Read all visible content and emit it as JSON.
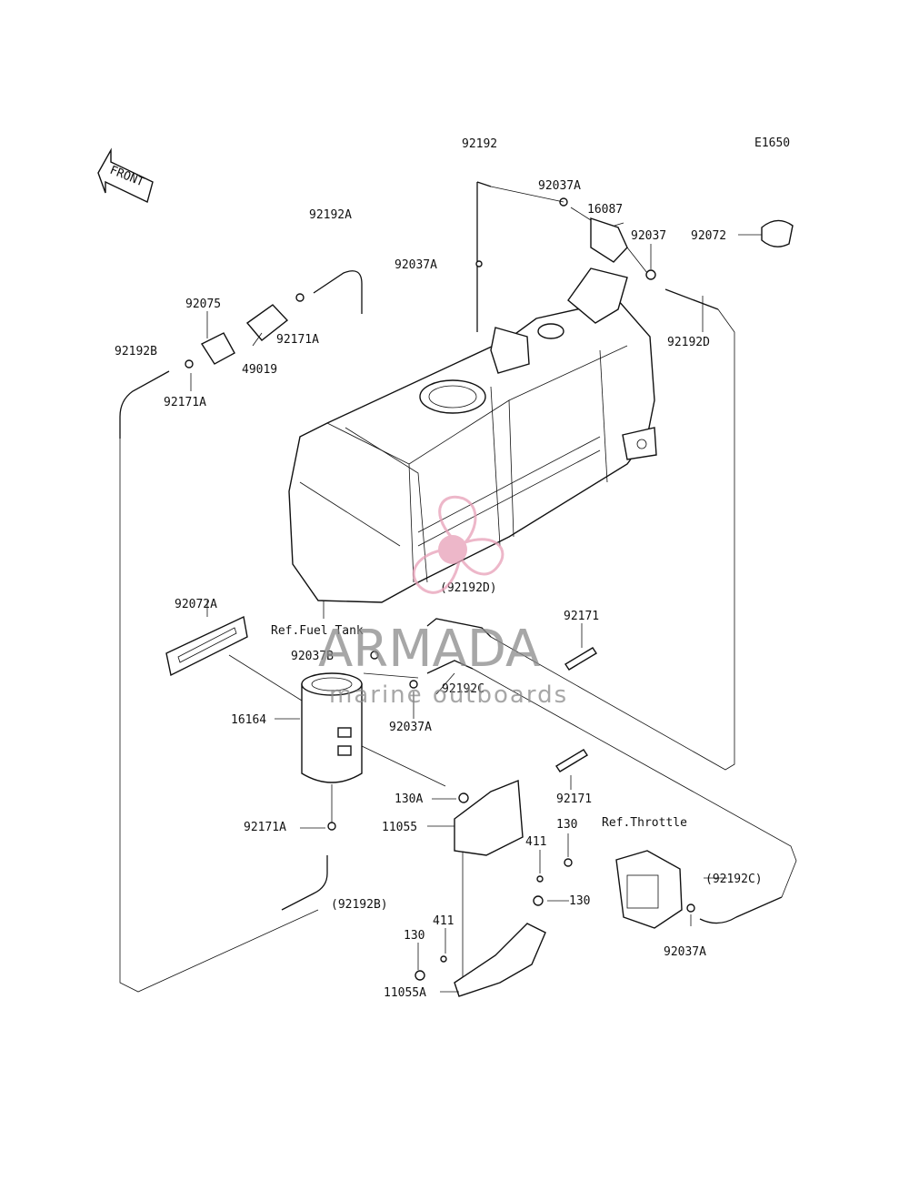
{
  "diagram": {
    "code": "E1650",
    "front_label": "FRONT",
    "labels": {
      "p92192": "92192",
      "p92037A_top": "92037A",
      "p16087": "16087",
      "p92037": "92037",
      "p92072": "92072",
      "p92192A": "92192A",
      "p92037A_left": "92037A",
      "p92075": "92075",
      "p92171A_top": "92171A",
      "p49019": "49019",
      "p92192B": "92192B",
      "p92171A_mid": "92171A",
      "p92192D": "92192D",
      "p92192D_paren": "(92192D)",
      "p92072A": "92072A",
      "ref_fuel_tank": "Ref.Fuel Tank",
      "p92037B": "92037B",
      "p92171_top": "92171",
      "p16164": "16164",
      "p92037A_mid": "92037A",
      "p92192C": "92192C",
      "p92171_bot": "92171",
      "p130A": "130A",
      "p11055": "11055",
      "p92171A_bot": "92171A",
      "p130_a": "130",
      "p411_a": "411",
      "ref_throttle": "Ref.Throttle",
      "p92192C_paren": "(92192C)",
      "p130_b": "130",
      "p92192B_paren": "(92192B)",
      "p411_b": "411",
      "p130_c": "130",
      "p92037A_bot": "92037A",
      "p11055A": "11055A"
    }
  },
  "watermark": {
    "brand": "ARMADA",
    "tagline": "marine outboards",
    "color": "#e8a0b8"
  }
}
